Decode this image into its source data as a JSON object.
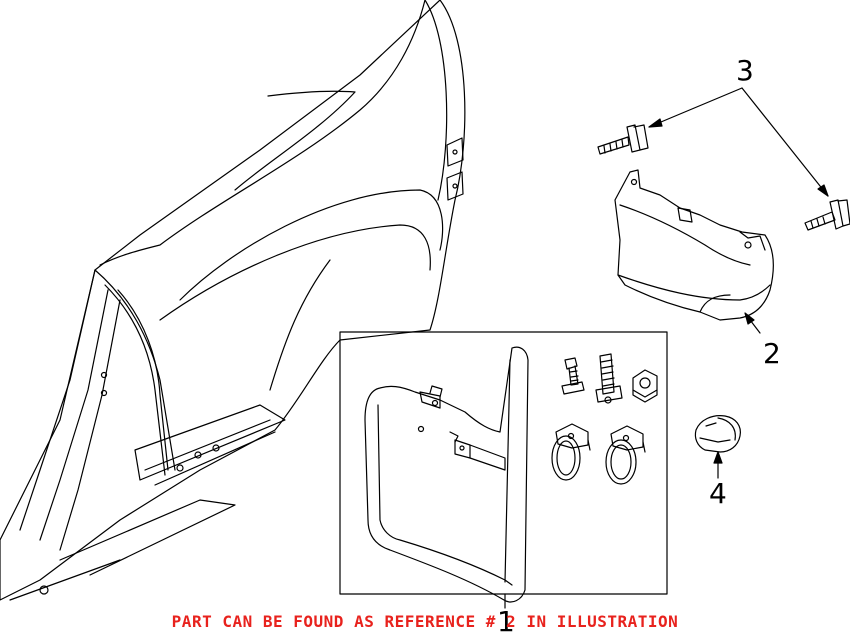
{
  "diagram": {
    "callouts": {
      "bolts": "3",
      "splash_shield": "2",
      "retainer": "4",
      "mud_flap_kit": "1"
    },
    "note": "PART CAN BE FOUND AS REFERENCE # 2 IN ILLUSTRATION",
    "colors": {
      "line": "#000000",
      "note": "#e8221d",
      "background": "#ffffff"
    }
  }
}
